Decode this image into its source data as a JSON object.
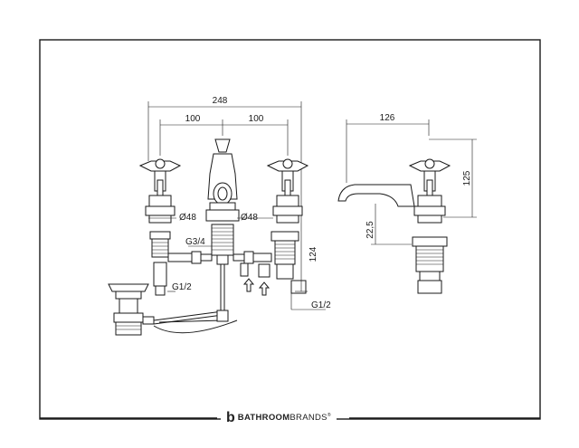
{
  "dimensions": {
    "overall_width": "248",
    "left_spacing": "100",
    "right_spacing": "100",
    "side_width": "126",
    "side_height": "125",
    "spout_height": "22,5",
    "body_height": "124",
    "valve_diameter_left": "Ø48",
    "valve_diameter_right": "Ø48",
    "connection_main": "G3/4",
    "connection_left": "G1/2",
    "connection_right": "G1/2"
  },
  "brand": {
    "logo_glyph": "b",
    "name_bold": "BATHROOM",
    "name_regular": "BRANDS",
    "registered": "®"
  }
}
